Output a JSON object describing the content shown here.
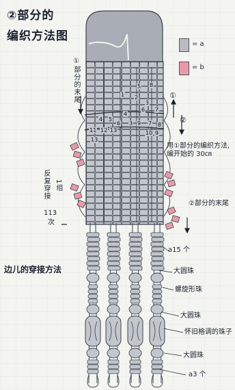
{
  "title": {
    "line1": "②部分的",
    "line2": "编织方法图"
  },
  "legend": {
    "a_label": "= a",
    "b_label": "= b",
    "a_color": "#b9bcc4",
    "b_color": "#e79aa9"
  },
  "labels": {
    "tail_left": "①部分的末尾",
    "circle_1": "①",
    "circle_2": "②",
    "instruction": "用①部分的编织方法,编开始的 30㎝",
    "repeat_group": "1组",
    "repeat_text": "反复穿接",
    "repeat_count": "113",
    "repeat_unit": "次",
    "tail_right": "②部分的末尾",
    "edge_method": "边儿的穿接方法",
    "a15": "a15 个",
    "bead_big_1": "大圆珠",
    "bead_spiral": "螺旋形珠",
    "bead_big_2": "大圆珠",
    "bead_antique": "怀旧格调的珠子",
    "bead_big_3": "大圆珠",
    "a3": "a3 个"
  },
  "step_numbers": [
    "5",
    "8",
    "1",
    "2",
    "3",
    "4",
    "6",
    "7",
    "4",
    "5",
    "6",
    "3",
    "9",
    "7",
    "8",
    "11",
    "12",
    "13",
    "10",
    "9",
    "13"
  ],
  "colors": {
    "cord": "#6d7480",
    "bead_a": "#b9bcc4",
    "bead_b": "#e79aa9",
    "outline": "#3c424c"
  }
}
